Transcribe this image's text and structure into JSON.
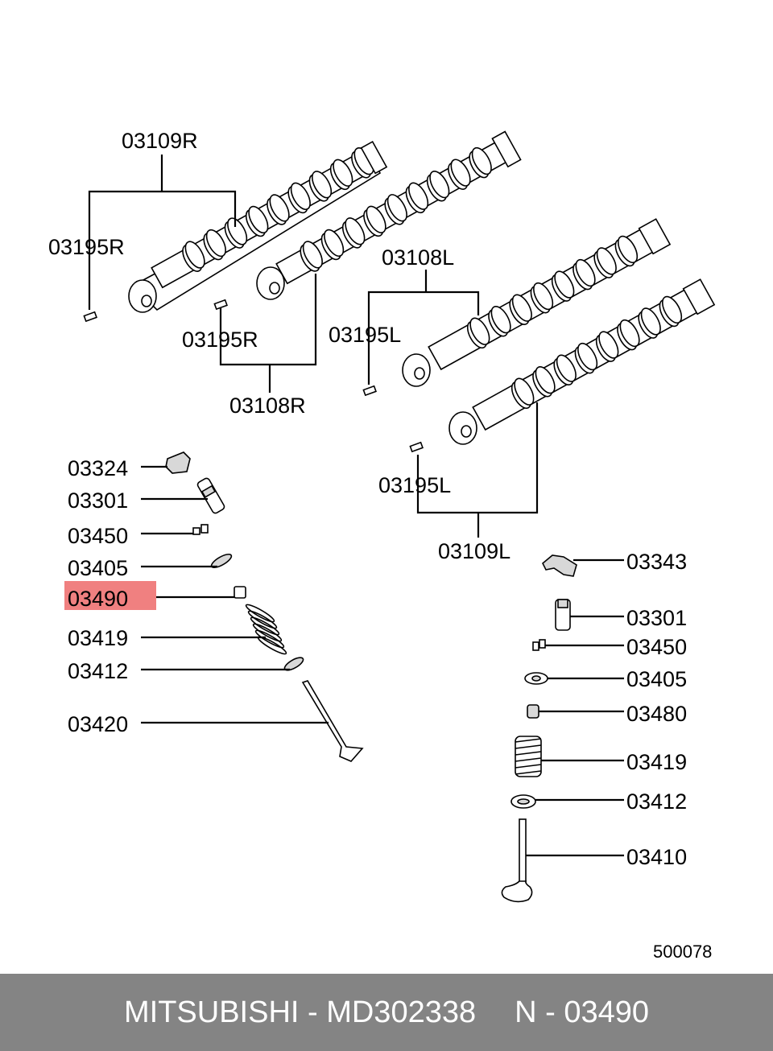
{
  "labels": {
    "cam_r_top": "03109R",
    "pin_r_left": "03195R",
    "pin_r_mid": "03195R",
    "cam_r_bottom": "03108R",
    "cam_l_top": "03108L",
    "pin_l_top": "03195L",
    "pin_l_bottom": "03195L",
    "cam_l_bottom": "03109L",
    "left_03324": "03324",
    "left_03301": "03301",
    "left_03450": "03450",
    "left_03405": "03405",
    "left_03490": "03490",
    "left_03419": "03419",
    "left_03412": "03412",
    "left_03420": "03420",
    "right_03343": "03343",
    "right_03301": "03301",
    "right_03450": "03450",
    "right_03405": "03405",
    "right_03480": "03480",
    "right_03419": "03419",
    "right_03412": "03412",
    "right_03410": "03410",
    "diagram_number": "500078"
  },
  "highlight": {
    "label": "03490",
    "color": "#f08080"
  },
  "footer": {
    "brand_part": "MITSUBISHI - MD302338",
    "ref": "N - 03490",
    "background": "#848484"
  }
}
